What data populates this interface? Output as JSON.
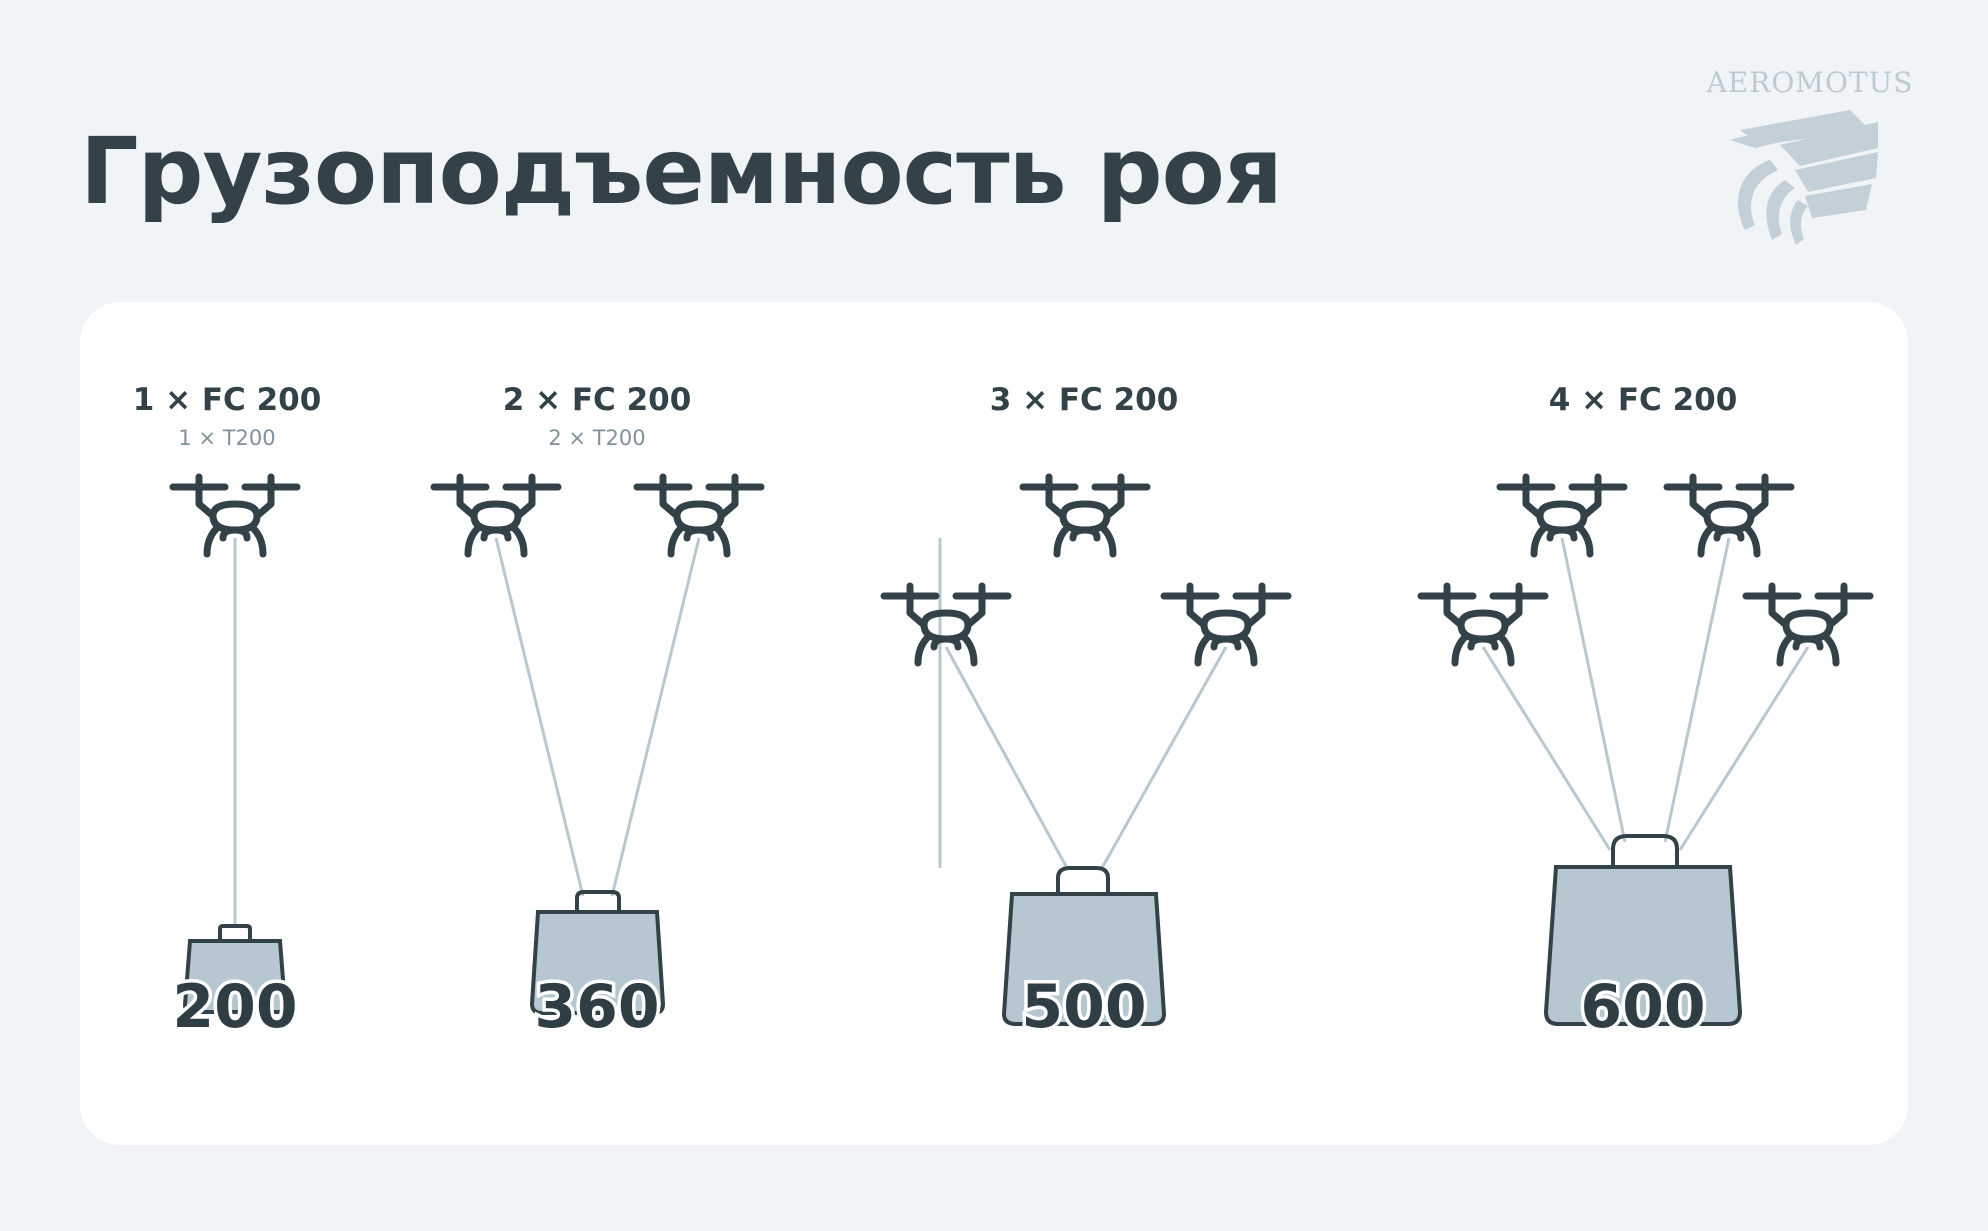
{
  "title": "Грузоподъемность роя",
  "brand": {
    "name": "AEROMOTUS"
  },
  "colors": {
    "background": "#f1f4f6",
    "card": "#ffffff",
    "ink": "#334148",
    "line": "#b9c7cf",
    "bag_fill": "#b7c7d1",
    "subtext": "#7f919b"
  },
  "icons": [
    "drone-icon",
    "bag-icon",
    "eagle-logo-icon"
  ],
  "groups": [
    {
      "label": "1 × FC 200",
      "sub": "1 × T200",
      "drones": 1,
      "payload": "200"
    },
    {
      "label": "2 × FC 200",
      "sub": "2 × T200",
      "drones": 2,
      "payload": "360"
    },
    {
      "label": "3 × FC 200",
      "sub": "",
      "drones": 3,
      "payload": "500"
    },
    {
      "label": "4 × FC 200",
      "sub": "",
      "drones": 4,
      "payload": "600"
    }
  ]
}
